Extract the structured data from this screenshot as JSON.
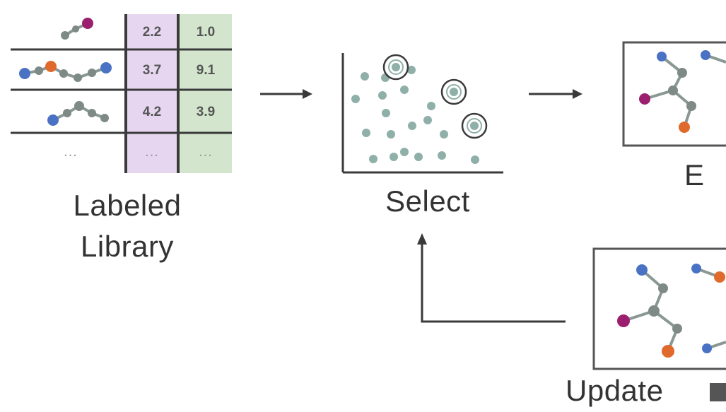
{
  "library": {
    "caption_line1": "Labeled",
    "caption_line2": "Library",
    "rows": [
      {
        "a": "2.2",
        "b": "1.0"
      },
      {
        "a": "3.7",
        "b": "9.1"
      },
      {
        "a": "4.2",
        "b": "3.9"
      }
    ],
    "ellipsis": "...",
    "col_colors": {
      "purple": "#e6d6f0",
      "green": "#d3e6cd"
    }
  },
  "select": {
    "caption": "Select"
  },
  "right": {
    "top_caption": "E",
    "bottom_caption": "Update"
  },
  "colors": {
    "blue": "#4a72c4",
    "orange": "#e0692c",
    "magenta": "#9b1f6e",
    "gray": "#7d8a86",
    "teal_dot": "#8fb0a8",
    "line": "#3a3a3a"
  }
}
